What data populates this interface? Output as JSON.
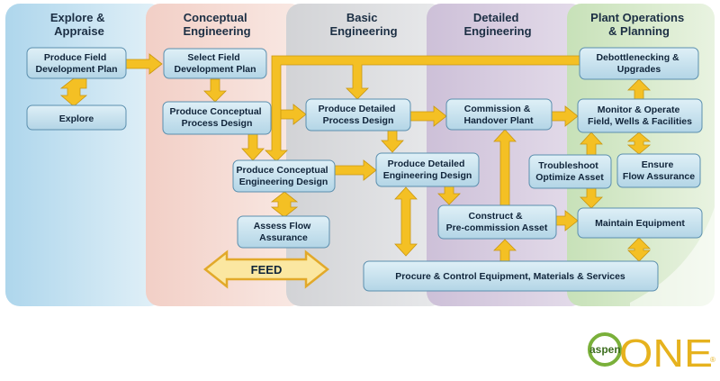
{
  "phases": [
    {
      "id": "explore",
      "label": [
        "Explore &",
        "Appraise"
      ]
    },
    {
      "id": "conceptual",
      "label": [
        "Conceptual",
        "Engineering"
      ]
    },
    {
      "id": "basic",
      "label": [
        "Basic",
        "Engineering"
      ]
    },
    {
      "id": "detailed",
      "label": [
        "Detailed",
        "Engineering"
      ]
    },
    {
      "id": "plant",
      "label": [
        "Plant Operations",
        "& Planning"
      ]
    }
  ],
  "boxes": {
    "field_dev_plan": [
      "Produce Field",
      "Development Plan"
    ],
    "explore": [
      "Explore"
    ],
    "select_plan": [
      "Select Field",
      "Development Plan"
    ],
    "conceptual_process": [
      "Produce Conceptual",
      "Process Design"
    ],
    "conceptual_engineering": [
      "Produce Conceptual",
      "Engineering Design"
    ],
    "assess_flow": [
      "Assess Flow",
      "Assurance"
    ],
    "detailed_process": [
      "Produce Detailed",
      "Process Design"
    ],
    "detailed_engineering": [
      "Produce Detailed",
      "Engineering Design"
    ],
    "commission": [
      "Commission &",
      "Handover Plant"
    ],
    "construct": [
      "Construct &",
      "Pre-commission Asset"
    ],
    "procure": [
      "Procure & Control Equipment, Materials & Services"
    ],
    "debottleneck": [
      "Debottlenecking &",
      "Upgrades"
    ],
    "monitor": [
      "Monitor & Operate",
      "Field, Wells & Facilities"
    ],
    "troubleshoot": [
      "Troubleshoot",
      "Optimize Asset"
    ],
    "ensure_flow": [
      "Ensure",
      "Flow Assurance"
    ],
    "maintain": [
      "Maintain Equipment"
    ]
  },
  "feed_label": "FEED",
  "logo": {
    "small": "aspen",
    "big": "ONE",
    "mark": "®"
  },
  "colors": {
    "box_fill": "#c9e3ef",
    "box_stroke": "#5b8fae",
    "arrow": "#f4c024",
    "arrow_stroke": "#c99712",
    "phase_explore": "#cfe6f4",
    "phase_conceptual": "#f5dcd6",
    "phase_basic": "#dcdde0",
    "phase_detailed": "#d8cee0",
    "phase_plant": "#d5e8c9"
  }
}
